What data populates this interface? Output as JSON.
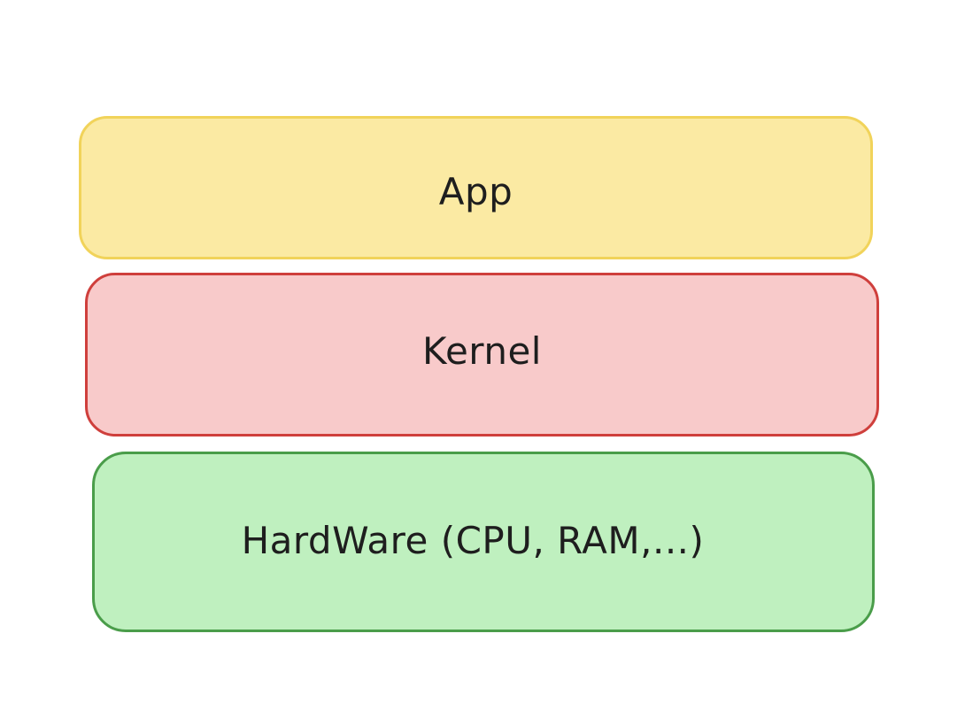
{
  "diagram": {
    "layers": [
      {
        "id": "app",
        "label": "App",
        "fill": "#fbeaa3",
        "stroke": "#f1d35a"
      },
      {
        "id": "kernel",
        "label": "Kernel",
        "fill": "#f8caca",
        "stroke": "#cf3f3c"
      },
      {
        "id": "hardware",
        "label": "HardWare (CPU, RAM,...)",
        "fill": "#bff0bf",
        "stroke": "#4a9d4a"
      }
    ]
  }
}
